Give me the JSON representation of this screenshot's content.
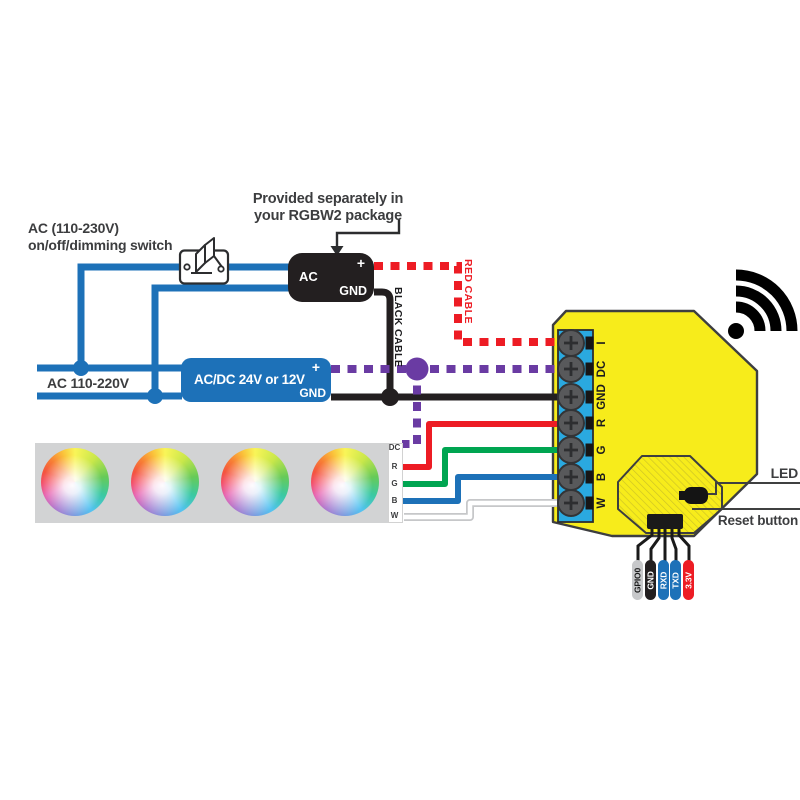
{
  "colors": {
    "wire_blue": "#1d71b8",
    "box_blue": "#1d71b8",
    "terminal_cyan": "#2aa9e0",
    "device_yellow": "#f7ec1b",
    "wire_red": "#ed1c24",
    "wire_green": "#00a551",
    "wire_purple": "#6a3ba3",
    "wire_black": "#231f20",
    "strip_gray": "#d2d3d4",
    "outline": "#3d3e40"
  },
  "annotations": {
    "switch_label_line1": "AC (110-230V)",
    "switch_label_line2": "on/off/dimming switch",
    "provided_line1": "Provided separately in",
    "provided_line2": "your RGBW2 package",
    "ac_mains_label": "AC 110-220V",
    "red_cable_label": "RED CABLE",
    "black_cable_label": "BLACK CABLE",
    "led_label": "LED",
    "reset_label": "Reset button"
  },
  "ac_adapter": {
    "name": "AC",
    "plus_terminal": "+",
    "gnd_terminal": "GND"
  },
  "ac_dc_converter": {
    "title": "AC/DC 24V or 12V",
    "plus_terminal": "+",
    "gnd_terminal": "GND"
  },
  "controller": {
    "terminals": [
      {
        "label": "I"
      },
      {
        "label": "DC"
      },
      {
        "label": "GND"
      },
      {
        "label": "R"
      },
      {
        "label": "G"
      },
      {
        "label": "B"
      },
      {
        "label": "W"
      }
    ],
    "debug_pins": [
      {
        "label": "GPIO0",
        "color": "#c7c8ca",
        "text_color": "#1a1a1a"
      },
      {
        "label": "GND",
        "color": "#231f20",
        "text_color": "#ffffff"
      },
      {
        "label": "RXD",
        "color": "#1d71b8",
        "text_color": "#ffffff"
      },
      {
        "label": "TXD",
        "color": "#1d71b8",
        "text_color": "#ffffff"
      },
      {
        "label": "3.3V",
        "color": "#ed1c24",
        "text_color": "#ffffff"
      }
    ]
  },
  "led_strip": {
    "pad_labels": [
      {
        "label": "DC"
      },
      {
        "label": "R"
      },
      {
        "label": "G"
      },
      {
        "label": "B"
      },
      {
        "label": "W"
      }
    ]
  },
  "icons": {
    "wifi": "wifi-icon",
    "switch": "rocker-switch-icon"
  }
}
